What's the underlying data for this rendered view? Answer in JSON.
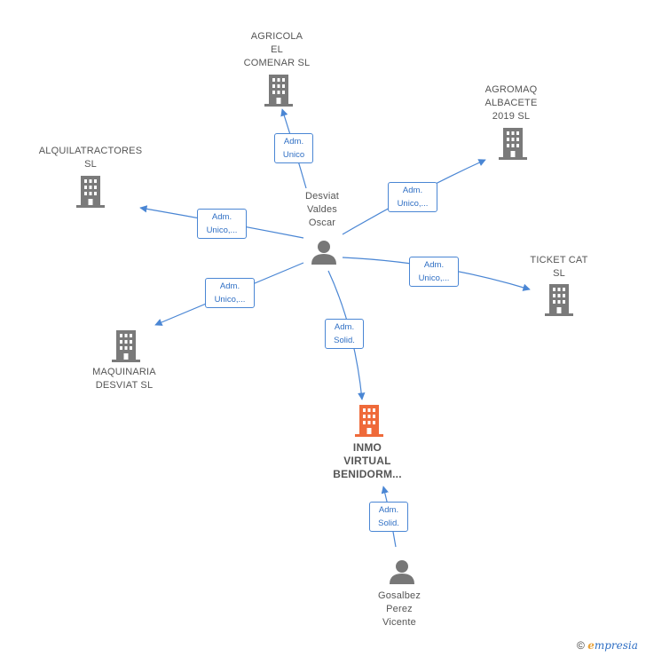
{
  "nodes": {
    "agricola": {
      "label": "AGRICOLA\nEL\nCOMENAR  SL",
      "type": "company"
    },
    "agromaq": {
      "label": "AGROMAQ\nALBACETE\n2019  SL",
      "type": "company"
    },
    "alquila": {
      "label": "ALQUILATRACTORES\nSL",
      "type": "company"
    },
    "ticket": {
      "label": "TICKET CAT\nSL",
      "type": "company"
    },
    "maquinaria": {
      "label": "MAQUINARIA\nDESVIAT  SL",
      "type": "company"
    },
    "inmo": {
      "label": "INMO\nVIRTUAL\nBENIDORM...",
      "type": "company-focus"
    },
    "desviat": {
      "label": "Desviat\nValdes\nOscar",
      "type": "person"
    },
    "gosalbez": {
      "label": "Gosalbez\nPerez\nVicente",
      "type": "person"
    }
  },
  "relations": {
    "r_agricola": "Adm.\nUnico",
    "r_agromaq": "Adm.\nUnico,...",
    "r_alquila": "Adm.\nUnico,...",
    "r_ticket": "Adm.\nUnico,...",
    "r_maquinaria": "Adm.\nUnico,...",
    "r_inmo": "Adm.\nSolid.",
    "r_gosalbez": "Adm.\nSolid."
  },
  "colors": {
    "edge": "#4a86d4",
    "company_icon": "#7a7a7a",
    "focus_icon": "#ef6a3a",
    "person_icon": "#777777"
  },
  "footer": {
    "copyright": "©",
    "brand_e": "e",
    "brand_rest": "mpresia"
  }
}
